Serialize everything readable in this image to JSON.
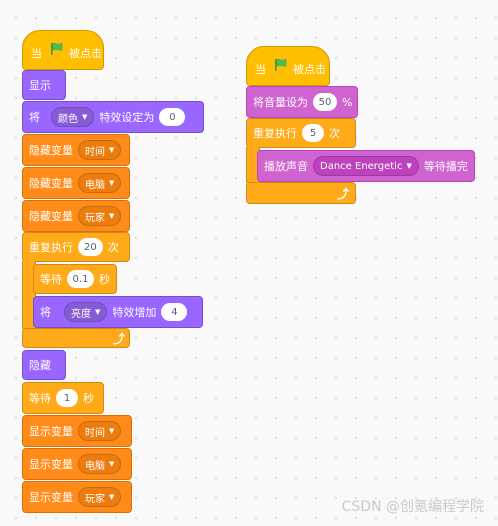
{
  "script1": {
    "hat": {
      "prefix": "当",
      "suffix": "被点击"
    },
    "show": "显示",
    "set_effect": {
      "label1": "将",
      "effect": "颜色",
      "label2": "特效设定为",
      "value": "0"
    },
    "hide_var1": {
      "label": "隐藏变量",
      "var": "时间"
    },
    "hide_var2": {
      "label": "隐藏变量",
      "var": "电脑"
    },
    "hide_var3": {
      "label": "隐藏变量",
      "var": "玩家"
    },
    "repeat": {
      "label": "重复执行",
      "count": "20",
      "unit": "次"
    },
    "wait_inner": {
      "label": "等待",
      "value": "0.1",
      "unit": "秒"
    },
    "change_effect": {
      "label1": "将",
      "effect": "亮度",
      "label2": "特效增加",
      "value": "4"
    },
    "hide": "隐藏",
    "wait": {
      "label": "等待",
      "value": "1",
      "unit": "秒"
    },
    "show_var1": {
      "label": "显示变量",
      "var": "时间"
    },
    "show_var2": {
      "label": "显示变量",
      "var": "电脑"
    },
    "show_var3": {
      "label": "显示变量",
      "var": "玩家"
    }
  },
  "script2": {
    "hat": {
      "prefix": "当",
      "suffix": "被点击"
    },
    "set_volume": {
      "label": "将音量设为",
      "value": "50",
      "unit": "%"
    },
    "repeat": {
      "label": "重复执行",
      "count": "5",
      "unit": "次"
    },
    "play_sound": {
      "label1": "播放声音",
      "sound": "Dance Energetic",
      "label2": "等待播完"
    }
  },
  "watermark": "CSDN @创氪编程学院",
  "colors": {
    "events": "#ffbf00",
    "looks": "#9966ff",
    "variables": "#ff8c1a",
    "control": "#ffab19",
    "sound": "#cf63cf",
    "flag": "#4cbf56"
  }
}
